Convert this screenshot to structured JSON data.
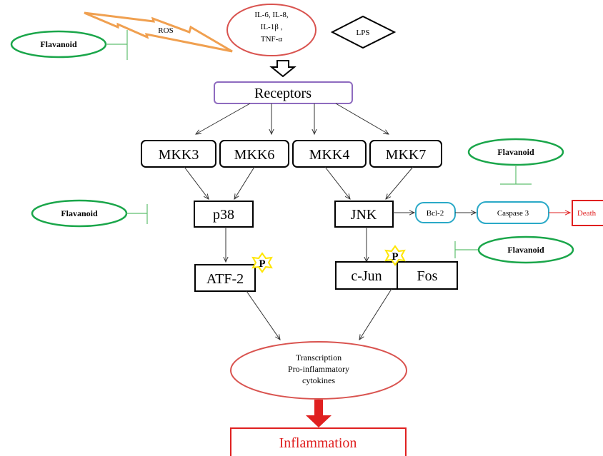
{
  "stimuli": {
    "ros": "ROS",
    "cytokines": [
      "IL-6, IL-8,",
      "IL-1β ,",
      "TNF-α"
    ],
    "lps": "LPS"
  },
  "flavanoid_label": "Flavanoid",
  "receptors": "Receptors",
  "mkk": {
    "mkk3": "MKK3",
    "mkk6": "MKK6",
    "mkk4": "MKK4",
    "mkk7": "MKK7"
  },
  "kinases": {
    "p38": "p38",
    "jnk": "JNK"
  },
  "apoptosis": {
    "bcl2": "Bcl-2",
    "caspase3": "Caspase 3",
    "death": "Death"
  },
  "transcription_factors": {
    "atf2": "ATF-2",
    "cjun": "c-Jun",
    "fos": "Fos"
  },
  "phospho_label": "P",
  "transcription": [
    "Transcription",
    "Pro-inflammatory",
    "cytokines"
  ],
  "inflammation": "Inflammation",
  "colors": {
    "flavanoid": "#1aa64a",
    "inhibit": "#5fbf6f",
    "ros": "#f0a050",
    "cytokine": "#d9534f",
    "receptors": "#8e6bbf",
    "bcl2": "#2aa9c7",
    "death": "#e02020",
    "phospho": "#ffe600",
    "arrow": "#333333"
  }
}
